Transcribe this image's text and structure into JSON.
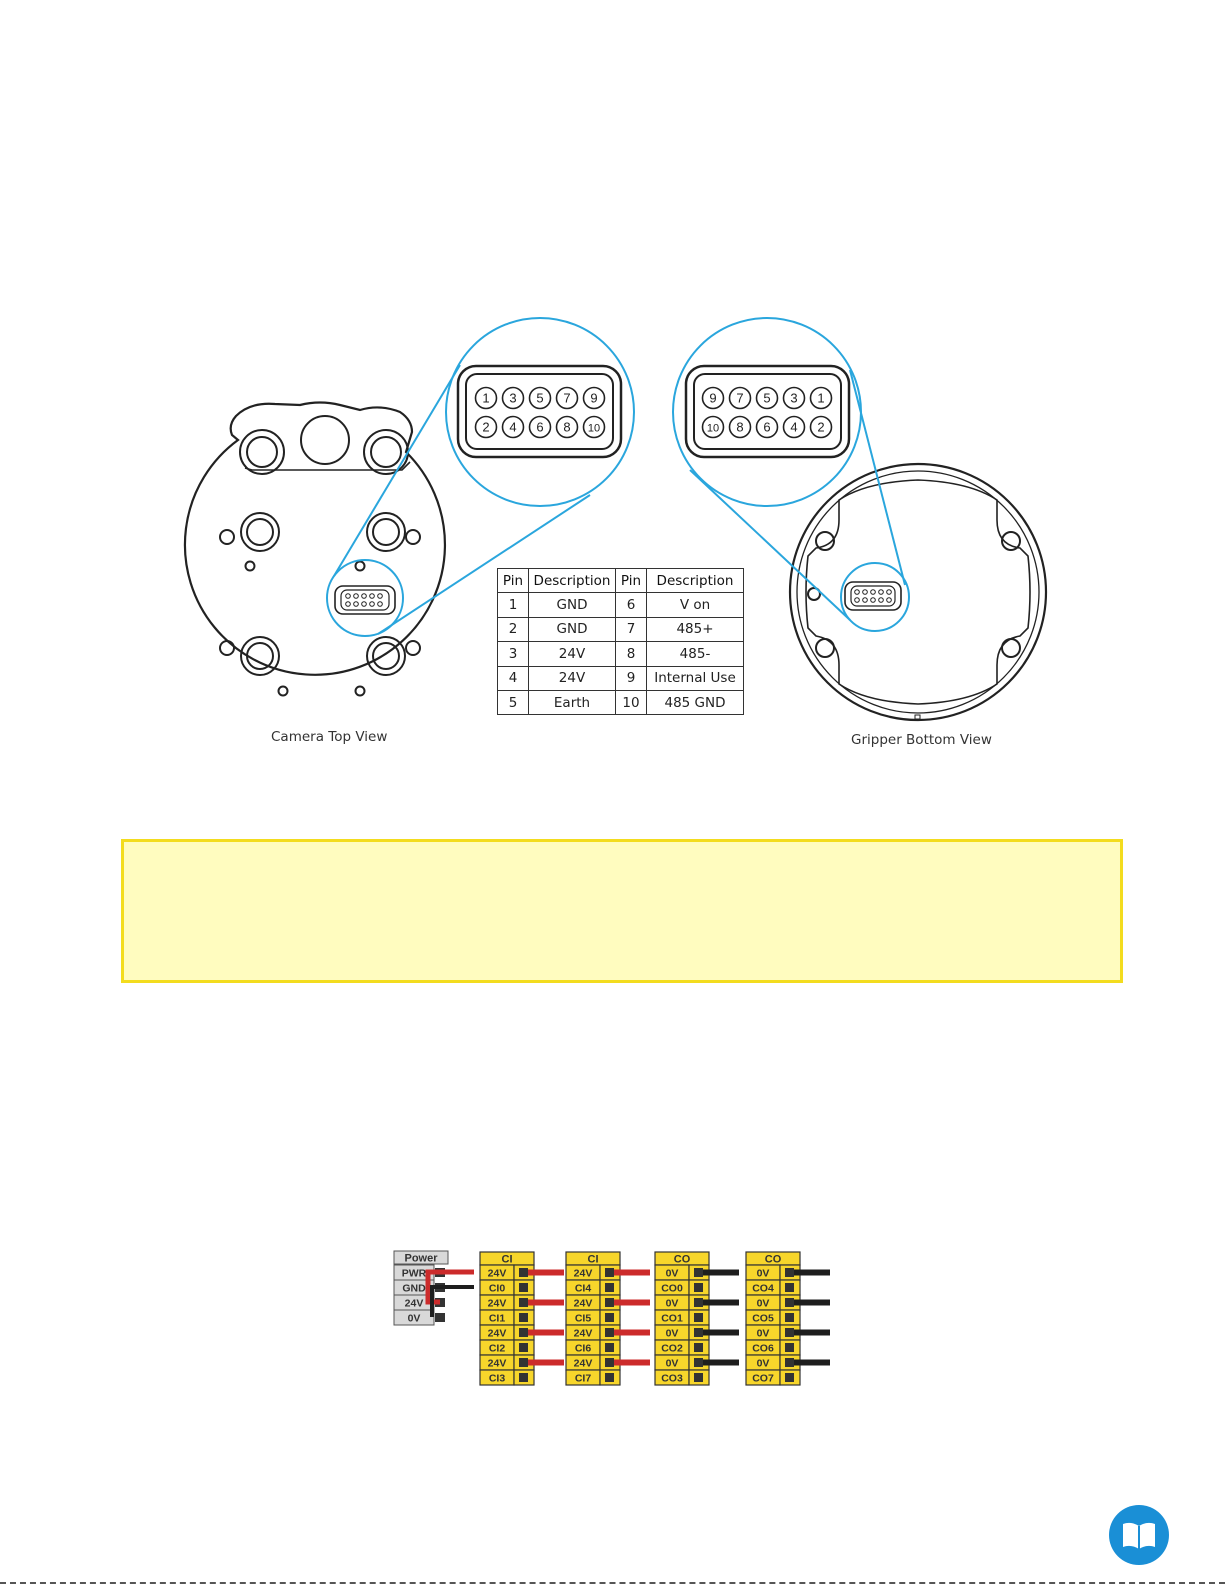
{
  "camera_figure": {
    "caption": "Camera Top View",
    "connector_pins_top": [
      "1",
      "3",
      "5",
      "7",
      "9"
    ],
    "connector_pins_bottom": [
      "2",
      "4",
      "6",
      "8",
      "10"
    ]
  },
  "gripper_figure": {
    "caption": "Gripper Bottom View",
    "connector_pins_top": [
      "9",
      "7",
      "5",
      "3",
      "1"
    ],
    "connector_pins_bottom": [
      "10",
      "8",
      "6",
      "4",
      "2"
    ]
  },
  "pin_table": {
    "headers": [
      "Pin",
      "Description",
      "Pin",
      "Description"
    ],
    "rows": [
      [
        "1",
        "GND",
        "6",
        "V on"
      ],
      [
        "2",
        "GND",
        "7",
        "485+"
      ],
      [
        "3",
        "24V",
        "8",
        "485-"
      ],
      [
        "4",
        "24V",
        "9",
        "Internal Use"
      ],
      [
        "5",
        "Earth",
        "10",
        "485 GND"
      ]
    ]
  },
  "io_wiring": {
    "power_block": {
      "title": "Power",
      "labels": [
        "PWR",
        "GND",
        "24V",
        "0V"
      ]
    },
    "blocks": [
      {
        "title": "CI",
        "labels": [
          "24V",
          "CI0",
          "24V",
          "CI1",
          "24V",
          "CI2",
          "24V",
          "CI3"
        ]
      },
      {
        "title": "CI",
        "labels": [
          "24V",
          "CI4",
          "24V",
          "CI5",
          "24V",
          "CI6",
          "24V",
          "CI7"
        ]
      },
      {
        "title": "CO",
        "labels": [
          "0V",
          "CO0",
          "0V",
          "CO1",
          "0V",
          "CO2",
          "0V",
          "CO3"
        ]
      },
      {
        "title": "CO",
        "labels": [
          "0V",
          "CO4",
          "0V",
          "CO5",
          "0V",
          "CO6",
          "0V",
          "CO7"
        ]
      }
    ],
    "colors": {
      "terminal": "#f7d62b",
      "power_wire": "#cc2b2b",
      "ground_wire": "#1e1e1e",
      "power_block": "#d9d9d9"
    }
  },
  "colors": {
    "callout": "#2aa6dd",
    "note_border": "#f3dc1e",
    "note_fill": "#fffcbf",
    "logo": "#1a8fd6"
  },
  "icons": {
    "logo": "open-book-icon"
  }
}
